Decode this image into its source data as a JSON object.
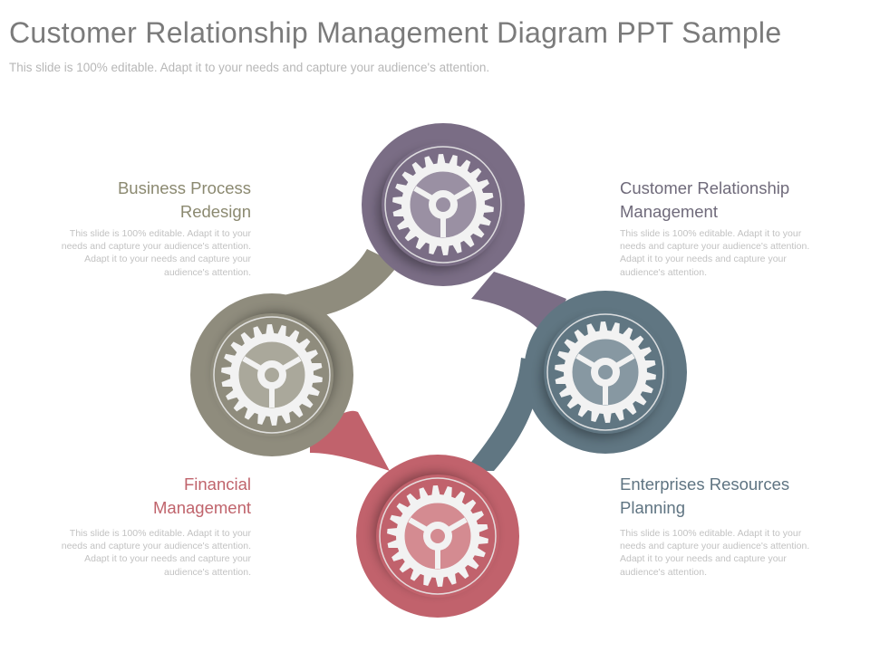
{
  "title": "Customer Relationship Management Diagram PPT Sample",
  "subtitle": "This slide is 100% editable. Adapt it to your needs and capture your audience's attention.",
  "colors": {
    "purple": "#7a6d85",
    "gray": "#8f8c7d",
    "slate": "#607682",
    "rose": "#c1626c"
  },
  "icon": "gear-icon",
  "items": [
    {
      "heading_lines": [
        "Business Process",
        "Redesign"
      ],
      "body_lines": [
        "This slide is 100% editable. Adapt it to your",
        "needs and capture your audience's attention.",
        "Adapt it to your needs and capture your",
        "audience's attention."
      ],
      "color": "#8f8c7d",
      "text_color": "#8b8970"
    },
    {
      "heading_lines": [
        "Customer Relationship",
        "Management"
      ],
      "body_lines": [
        "This slide is 100% editable. Adapt it to your",
        "needs and capture your audience's attention.",
        "Adapt it to your needs and capture your",
        "audience's attention."
      ],
      "color": "#7a6d85",
      "text_color": "#6f6a7a"
    },
    {
      "heading_lines": [
        "Financial",
        "Management"
      ],
      "body_lines": [
        "This slide is 100% editable. Adapt it to your",
        "needs and capture your audience's attention.",
        "Adapt it to your needs and capture your",
        "audience's attention."
      ],
      "color": "#c1626c",
      "text_color": "#c0646c"
    },
    {
      "heading_lines": [
        "Enterprises Resources",
        "Planning"
      ],
      "body_lines": [
        "This slide is 100% editable. Adapt it to your",
        "needs and capture your audience's attention.",
        "Adapt it to your needs and capture your",
        "audience's attention."
      ],
      "color": "#607682",
      "text_color": "#5f7482"
    }
  ]
}
